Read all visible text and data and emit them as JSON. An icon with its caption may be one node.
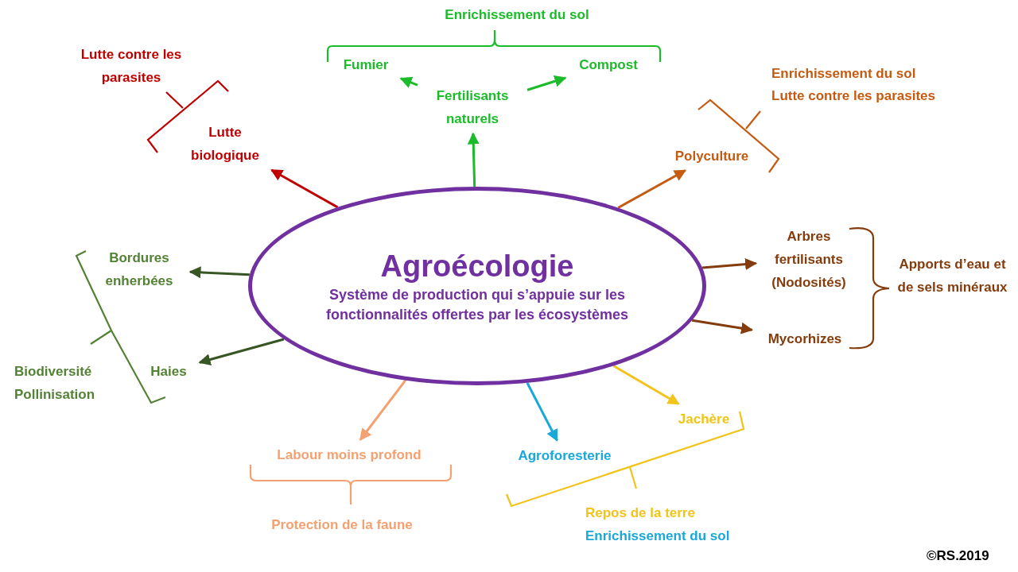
{
  "diagram": {
    "nodes": [
      {
        "text": [
          "Agroécologie",
          "Système de production qui s’appuie sur les fonctionnalités offertes par les écosystèmes"
        ]
      },
      {
        "text": [
          "Fertilisants naturels"
        ]
      },
      {
        "text": [
          "Fumier"
        ]
      },
      {
        "text": [
          "Compost"
        ]
      },
      {
        "text": [
          "Lutte biologique"
        ]
      },
      {
        "text": [
          "Polyculture"
        ]
      },
      {
        "text": [
          "Bordures enherbées"
        ]
      },
      {
        "text": [
          "Haies"
        ]
      },
      {
        "text": [
          "Arbres fertilisants (Nodosités)"
        ]
      },
      {
        "text": [
          "Mycorhizes"
        ]
      },
      {
        "text": [
          "Labour moins profond"
        ]
      },
      {
        "text": [
          "Agroforesterie"
        ]
      },
      {
        "text": [
          "Jachère"
        ]
      }
    ],
    "edges": [
      {
        "from": 0,
        "to": 1,
        "arrow": "to",
        "color": "#1bbb2a"
      },
      {
        "from": 1,
        "to": 2,
        "arrow": "to",
        "color": "#1bbb2a"
      },
      {
        "from": 1,
        "to": 3,
        "arrow": "to",
        "color": "#1bbb2a"
      },
      {
        "from": 0,
        "to": 4,
        "arrow": "to",
        "color": "#c00000"
      },
      {
        "from": 0,
        "to": 5,
        "arrow": "to",
        "color": "#c55a11"
      },
      {
        "from": 0,
        "to": 6,
        "arrow": "to",
        "color": "#375623"
      },
      {
        "from": 0,
        "to": 7,
        "arrow": "to",
        "color": "#375623"
      },
      {
        "from": 0,
        "to": 8,
        "arrow": "to",
        "color": "#843c0c"
      },
      {
        "from": 0,
        "to": 9,
        "arrow": "to",
        "color": "#843c0c"
      },
      {
        "from": 0,
        "to": 10,
        "arrow": "to",
        "color": "#f4a070"
      },
      {
        "from": 0,
        "to": 11,
        "arrow": "to",
        "color": "#1aa7d9"
      },
      {
        "from": 0,
        "to": 12,
        "arrow": "to",
        "color": "#f2c318"
      }
    ],
    "labels": [
      "Enrichissement du sol",
      "Lutte contre les parasites",
      "Enrichissement du sol",
      "Lutte contre les parasites",
      "Apports d’eau et de sels minéraux",
      "Biodiversité",
      "Pollinisation",
      "Protection de la faune",
      "Repos de la terre",
      "Enrichissement du sol",
      "©RS.2019"
    ]
  }
}
